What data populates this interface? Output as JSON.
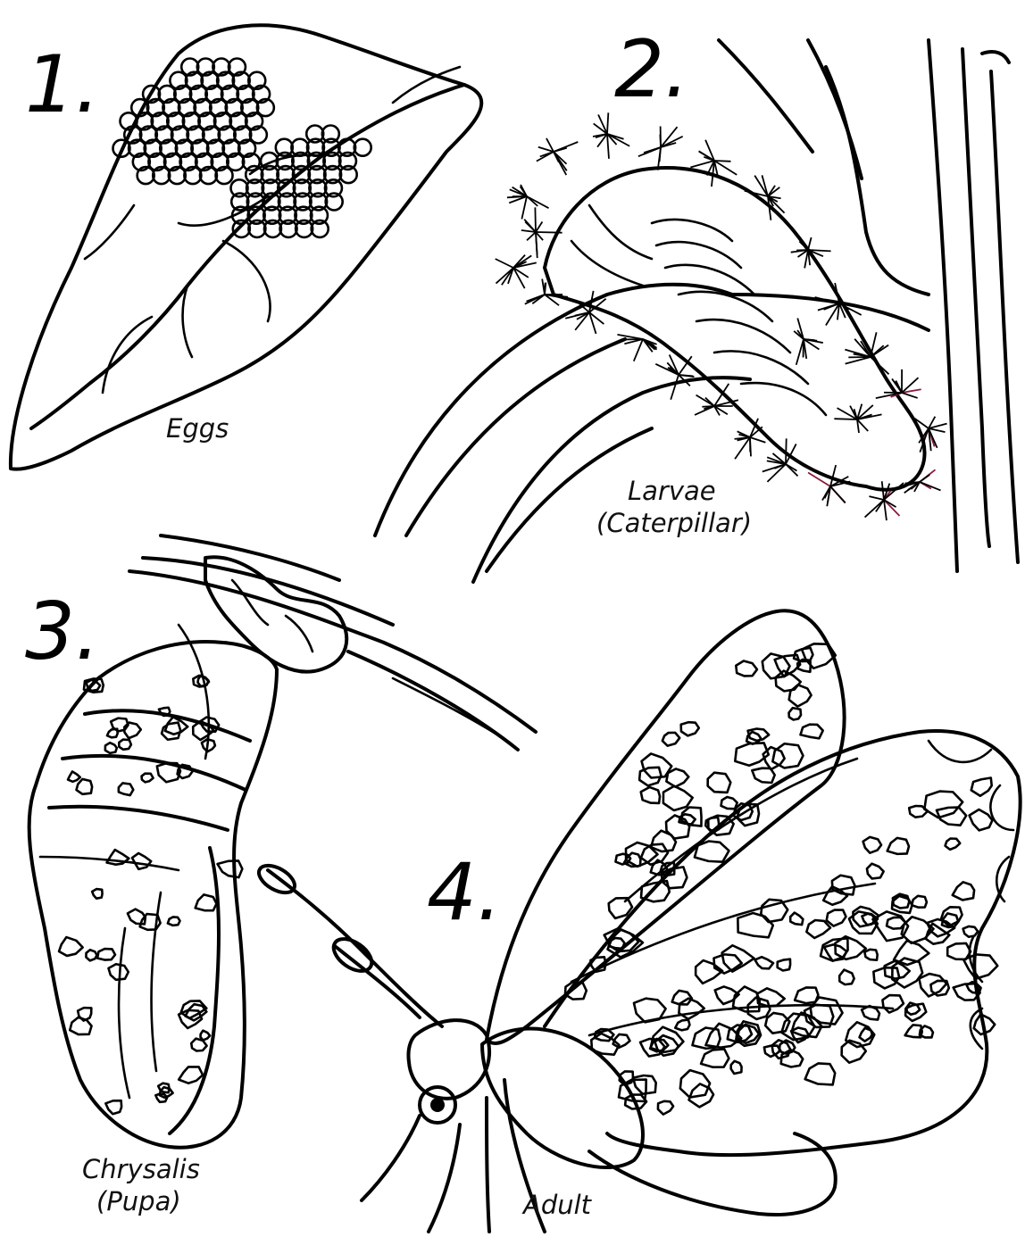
{
  "stages": [
    {
      "number": "1.",
      "caption": [
        "Eggs"
      ]
    },
    {
      "number": "2.",
      "caption": [
        "Larvae",
        "(Caterpillar)"
      ]
    },
    {
      "number": "3.",
      "caption": [
        "Chrysalis",
        "(Pupa)"
      ]
    },
    {
      "number": "4.",
      "caption": [
        "Adult"
      ]
    }
  ],
  "colors": {
    "line": "#000000",
    "background": "#ffffff",
    "bristle_accent": "#8b1a3a"
  },
  "icons": [
    "leaf-with-eggs",
    "caterpillar-on-stem",
    "chrysalis-on-twig",
    "butterfly"
  ]
}
